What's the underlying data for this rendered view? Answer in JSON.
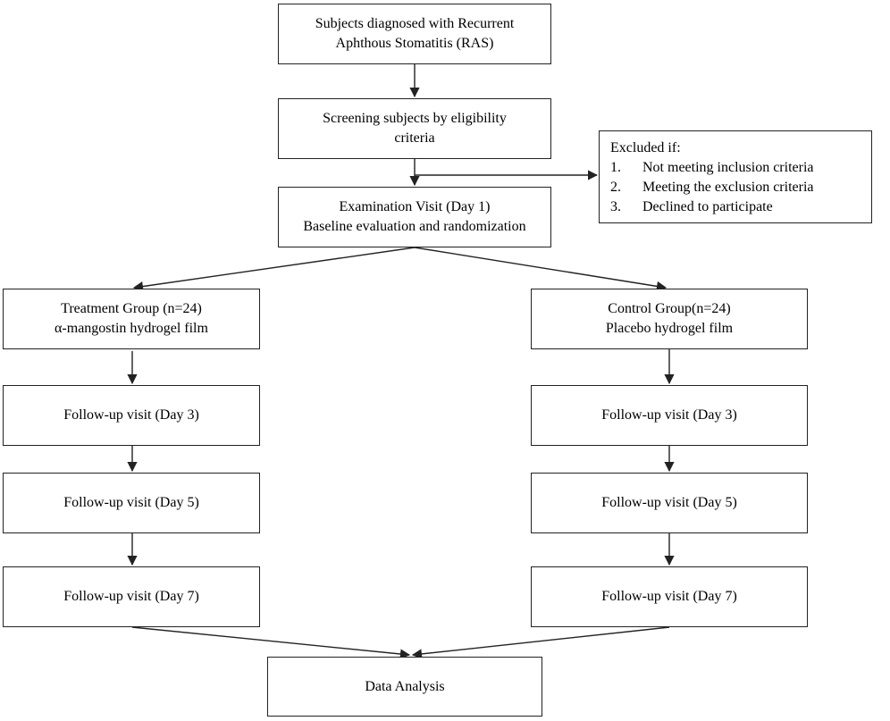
{
  "nodes": {
    "start": {
      "lines": [
        "Subjects diagnosed with Recurrent",
        "Aphthous Stomatitis (RAS)"
      ]
    },
    "screening": {
      "lines": [
        "Screening subjects by eligibility",
        "criteria"
      ]
    },
    "exam": {
      "lines": [
        "Examination Visit (Day 1)",
        "Baseline evaluation and randomization"
      ]
    },
    "excluded": {
      "title": "Excluded if:",
      "items": [
        {
          "num": "1.",
          "text": "Not meeting inclusion criteria"
        },
        {
          "num": "2.",
          "text": "Meeting the exclusion criteria"
        },
        {
          "num": "3.",
          "text": "Declined to participate"
        }
      ]
    },
    "treatment": {
      "lines": [
        "Treatment Group (n=24)",
        "α-mangostin hydrogel film"
      ]
    },
    "control": {
      "lines": [
        "Control Group(n=24)",
        "Placebo hydrogel film"
      ]
    },
    "treatment_day3": {
      "label": "Follow-up visit (Day 3)"
    },
    "treatment_day5": {
      "label": "Follow-up visit (Day 5)"
    },
    "treatment_day7": {
      "label": "Follow-up visit (Day 7)"
    },
    "control_day3": {
      "label": "Follow-up visit (Day 3)"
    },
    "control_day5": {
      "label": "Follow-up visit (Day 5)"
    },
    "control_day7": {
      "label": "Follow-up visit (Day 7)"
    },
    "data_analysis": {
      "label": "Data Analysis"
    }
  },
  "colors": {
    "line": "#222222",
    "box_fill": "#ffffff",
    "text": "#000000"
  }
}
